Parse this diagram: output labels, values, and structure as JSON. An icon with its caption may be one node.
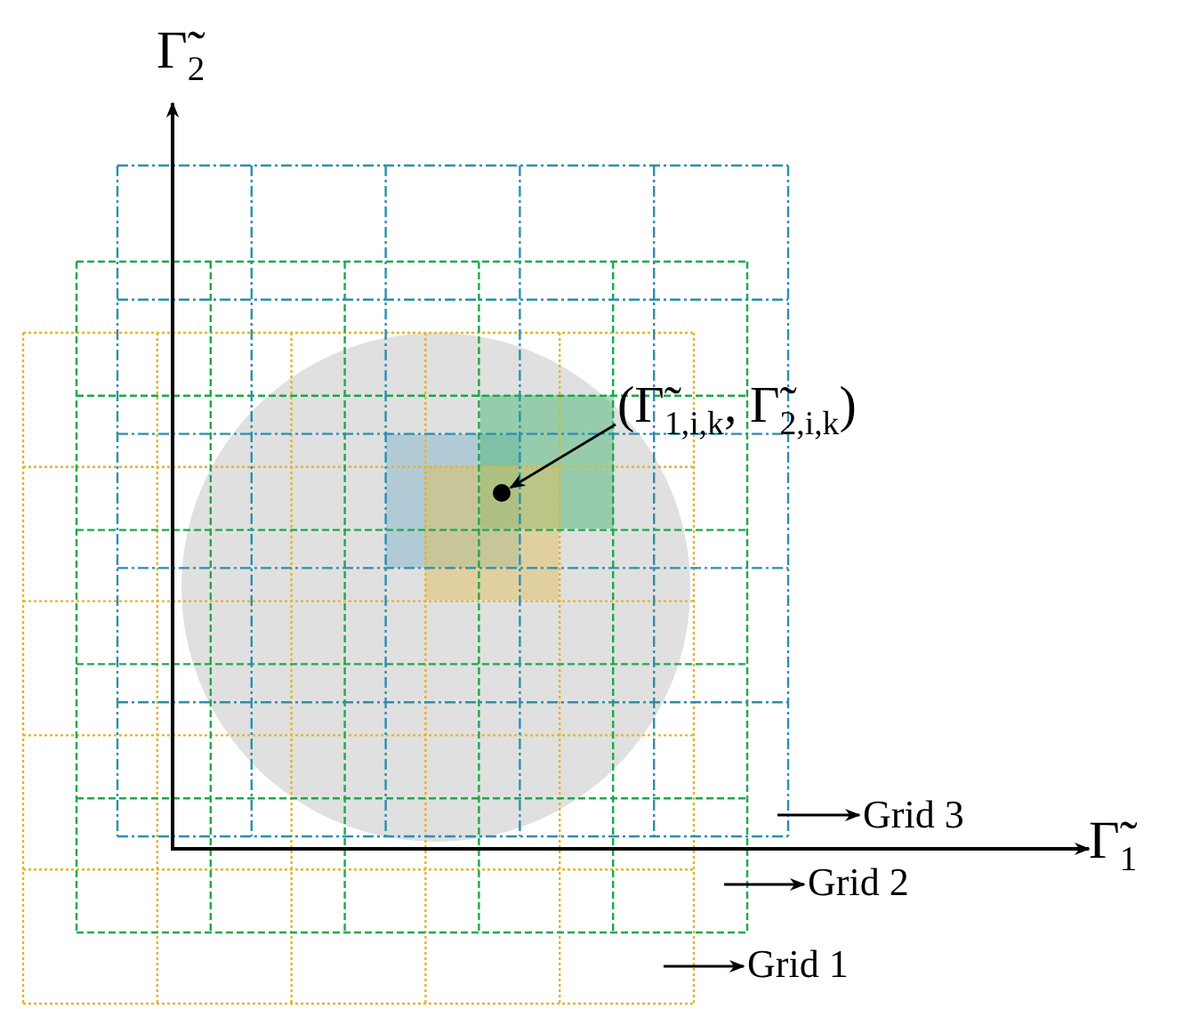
{
  "diagram": {
    "nodes": [
      {
        "text": [
          "(Γ̃$_{1,i,k}$, Γ̃$_{2,i,k}$)"
        ]
      },
      {
        "text": [],
        "shape": "circle"
      },
      {
        "text": [
          "Grid 3"
        ]
      },
      {
        "text": [
          "Grid 2"
        ]
      },
      {
        "text": [
          "Grid 1"
        ]
      }
    ],
    "edges": [
      {
        "from": 0,
        "to": 1,
        "arrow": "to"
      },
      {
        "from": null,
        "to": 2,
        "arrow": "to"
      },
      {
        "from": null,
        "to": 3,
        "arrow": "to"
      },
      {
        "from": null,
        "to": 4,
        "arrow": "to"
      }
    ],
    "labels": [
      "Γ̃$_{2}$",
      "Γ̃$_{1}$"
    ]
  }
}
